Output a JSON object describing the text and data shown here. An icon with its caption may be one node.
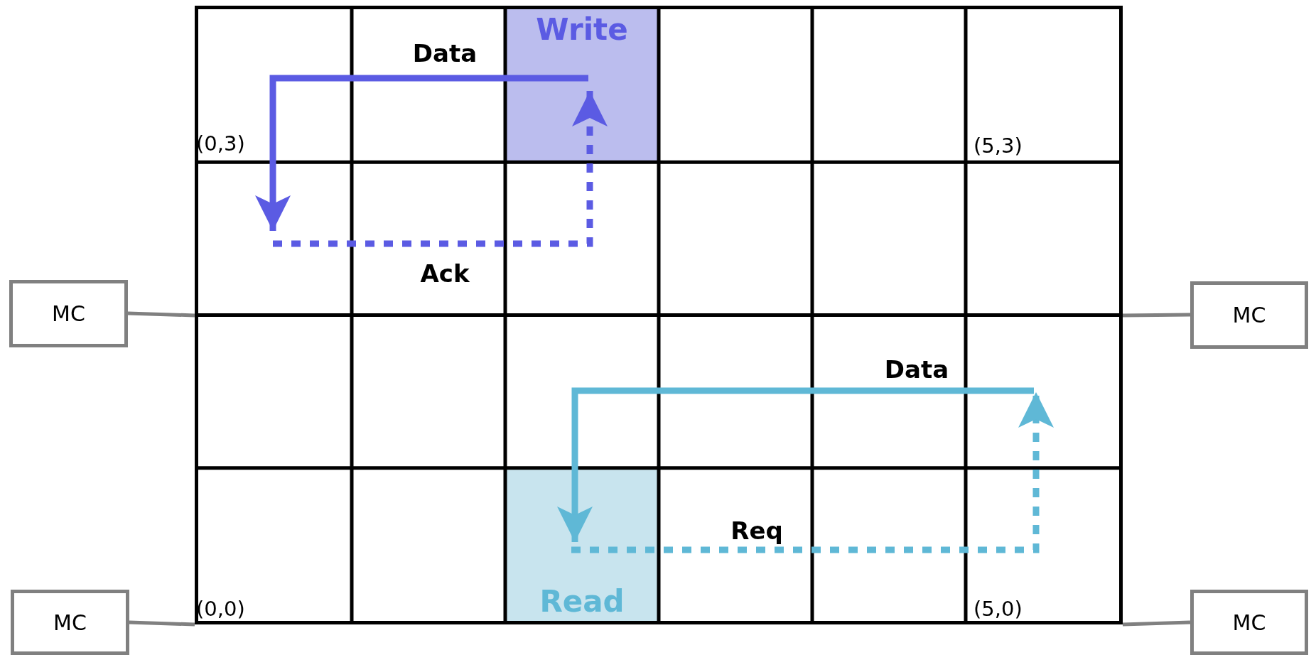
{
  "diagram": {
    "nodes": [
      {
        "text": [],
        "shape": "box"
      },
      {
        "text": [
          "Write"
        ],
        "in": 0
      },
      {
        "text": [
          "Read"
        ],
        "in": 0
      },
      {
        "text": [
          "MC"
        ]
      },
      {
        "text": [
          "MC"
        ]
      },
      {
        "text": [
          "MC"
        ]
      },
      {
        "text": [
          "MC"
        ]
      }
    ],
    "edges": [
      {
        "from": 1,
        "to": null,
        "arrow": "to",
        "label": "Data",
        "style": "thick",
        "color": "#5b5be3"
      },
      {
        "from": null,
        "to": 1,
        "arrow": "to",
        "label": "Ack",
        "style": "dashed",
        "color": "#5b5be3"
      },
      {
        "from": null,
        "to": 2,
        "arrow": "to",
        "label": "Data",
        "style": "thick",
        "color": "#5fb8d6"
      },
      {
        "from": 2,
        "to": null,
        "arrow": "to",
        "label": "Req",
        "style": "dashed",
        "color": "#5fb8d6"
      },
      {
        "from": 3,
        "to": 0,
        "arrow": "none",
        "color": "#808080"
      },
      {
        "from": 4,
        "to": 0,
        "arrow": "none",
        "color": "#808080"
      },
      {
        "from": 5,
        "to": 0,
        "arrow": "none",
        "color": "#808080"
      },
      {
        "from": 6,
        "to": 0,
        "arrow": "none",
        "color": "#808080"
      }
    ],
    "labels": [
      "(0,3)",
      "(5,3)",
      "(0,0)",
      "(5,0)"
    ]
  }
}
